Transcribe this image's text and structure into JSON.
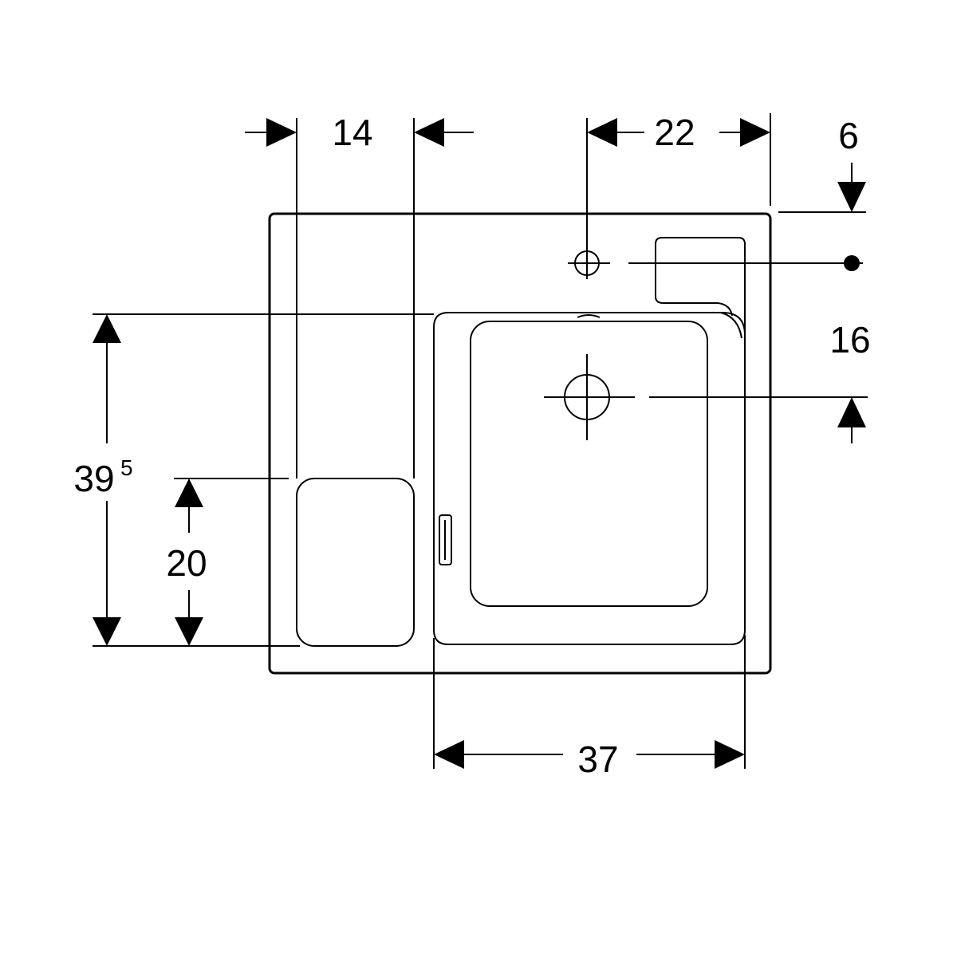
{
  "diagram": {
    "colors": {
      "line": "#000000",
      "background": "#ffffff"
    },
    "dimensions": {
      "recess_width": "14",
      "tap_hole_offset": "22",
      "edge_offset": "6",
      "drain_offset": "16",
      "basin_depth_main": "39",
      "basin_depth_sup": "5",
      "recess_depth": "20",
      "basin_width": "37"
    }
  }
}
